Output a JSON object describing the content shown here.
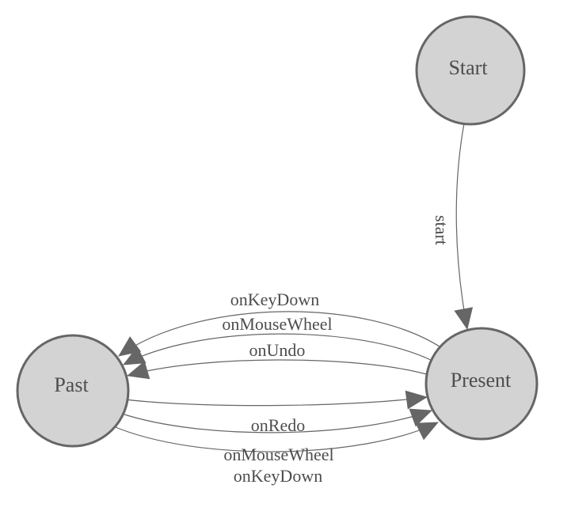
{
  "colors": {
    "bg": "#ffffff",
    "node_fill": "#d3d3d3",
    "node_stroke": "#666666",
    "edge_stroke": "#666666",
    "arrow_color": "#666666",
    "label_color": "#4d4d4d"
  },
  "diagram": {
    "type": "state-machine",
    "nodes": [
      {
        "id": "start",
        "label": "Start"
      },
      {
        "id": "present",
        "label": "Present"
      },
      {
        "id": "past",
        "label": "Past"
      }
    ],
    "edges": [
      {
        "from": "start",
        "to": "present",
        "label": "start"
      },
      {
        "from": "present",
        "to": "past",
        "label": "onKeyDown"
      },
      {
        "from": "present",
        "to": "past",
        "label": "onMouseWheel"
      },
      {
        "from": "present",
        "to": "past",
        "label": "onUndo"
      },
      {
        "from": "past",
        "to": "present",
        "label": "onRedo"
      },
      {
        "from": "past",
        "to": "present",
        "label": "onMouseWheel"
      },
      {
        "from": "past",
        "to": "present",
        "label": "onKeyDown"
      }
    ]
  }
}
